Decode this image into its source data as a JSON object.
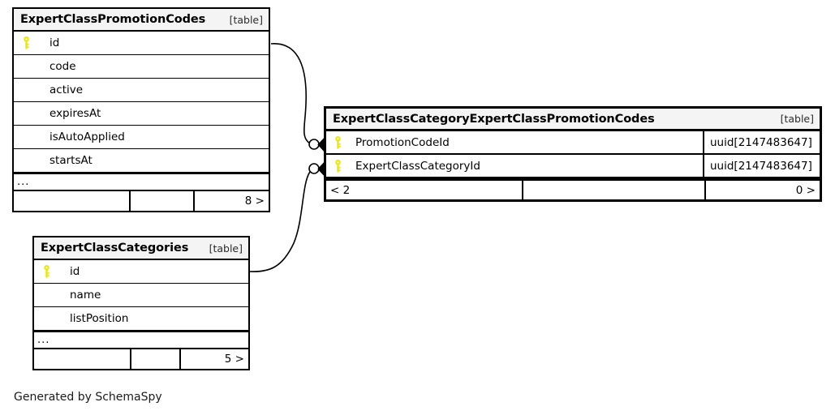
{
  "diagram": {
    "caption": "Generated by SchemaSpy",
    "kind_label": "[table]",
    "ellipsis": "...",
    "colors": {
      "key": "#e8e800",
      "header_bg": "#f4f4f4",
      "border": "#000000",
      "background": "#ffffff"
    }
  },
  "tables": {
    "promotion_codes": {
      "title": "ExpertClassPromotionCodes",
      "kind": "[table]",
      "columns": [
        {
          "name": "id",
          "primary_key": true,
          "type": ""
        },
        {
          "name": "code",
          "primary_key": false,
          "type": ""
        },
        {
          "name": "active",
          "primary_key": false,
          "type": ""
        },
        {
          "name": "expiresAt",
          "primary_key": false,
          "type": ""
        },
        {
          "name": "isAutoApplied",
          "primary_key": false,
          "type": ""
        },
        {
          "name": "startsAt",
          "primary_key": false,
          "type": ""
        }
      ],
      "more_indicator": "...",
      "footer": {
        "left": "",
        "middle": "",
        "right": "8 >"
      }
    },
    "junction": {
      "title": "ExpertClassCategoryExpertClassPromotionCodes",
      "kind": "[table]",
      "columns": [
        {
          "name": "PromotionCodeId",
          "primary_key": true,
          "type": "uuid[2147483647]"
        },
        {
          "name": "ExpertClassCategoryId",
          "primary_key": true,
          "type": "uuid[2147483647]"
        }
      ],
      "footer": {
        "left": "< 2",
        "middle": "",
        "right": "0 >"
      }
    },
    "categories": {
      "title": "ExpertClassCategories",
      "kind": "[table]",
      "columns": [
        {
          "name": "id",
          "primary_key": true,
          "type": ""
        },
        {
          "name": "name",
          "primary_key": false,
          "type": ""
        },
        {
          "name": "listPosition",
          "primary_key": false,
          "type": ""
        }
      ],
      "more_indicator": "...",
      "footer": {
        "left": "",
        "middle": "",
        "right": "5 >"
      }
    }
  },
  "relationships": [
    {
      "from_table": "ExpertClassPromotionCodes",
      "from_column": "id",
      "to_table": "ExpertClassCategoryExpertClassPromotionCodes",
      "to_column": "PromotionCodeId",
      "optional": true
    },
    {
      "from_table": "ExpertClassCategories",
      "from_column": "id",
      "to_table": "ExpertClassCategoryExpertClassPromotionCodes",
      "to_column": "ExpertClassCategoryId",
      "optional": true
    }
  ]
}
